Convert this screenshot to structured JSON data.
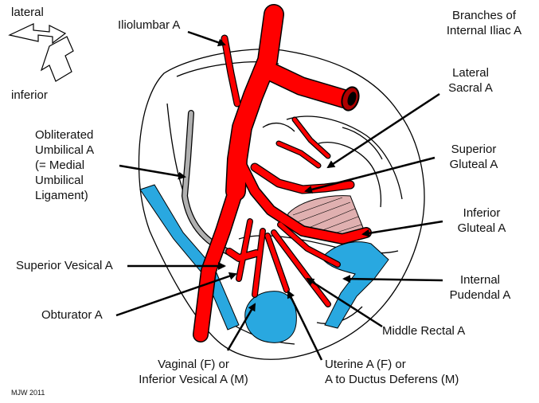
{
  "orientation": {
    "lateral": "lateral",
    "inferior": "inferior"
  },
  "title_lines": [
    "Branches of",
    "Internal Iliac A"
  ],
  "labels": {
    "iliolumbar": [
      "Iliolumbar A"
    ],
    "lateral_sacral": [
      "Lateral",
      "Sacral A"
    ],
    "superior_gluteal": [
      "Superior",
      "Gluteal A"
    ],
    "inferior_gluteal": [
      "Inferior",
      "Gluteal A"
    ],
    "internal_pudendal": [
      "Internal",
      "Pudendal A"
    ],
    "middle_rectal": [
      "Middle Rectal A"
    ],
    "uterine": [
      "Uterine A (F) or",
      "A to Ductus Deferens (M)"
    ],
    "vaginal": [
      "Vaginal (F) or",
      "Inferior Vesical A (M)"
    ],
    "obturator": [
      "Obturator A"
    ],
    "superior_vesical": [
      "Superior Vesical A"
    ],
    "obliterated_umbilical": [
      "Obliterated",
      "Umbilical A",
      "(= Medial",
      "Umbilical",
      "Ligament)"
    ]
  },
  "credit": "MJW 2011",
  "colors": {
    "artery": "#ff0000",
    "vein_structure": "#29a8e0",
    "ligament": "#b0b0b0",
    "muscle": "#e0b0b0",
    "outline": "#000000"
  }
}
